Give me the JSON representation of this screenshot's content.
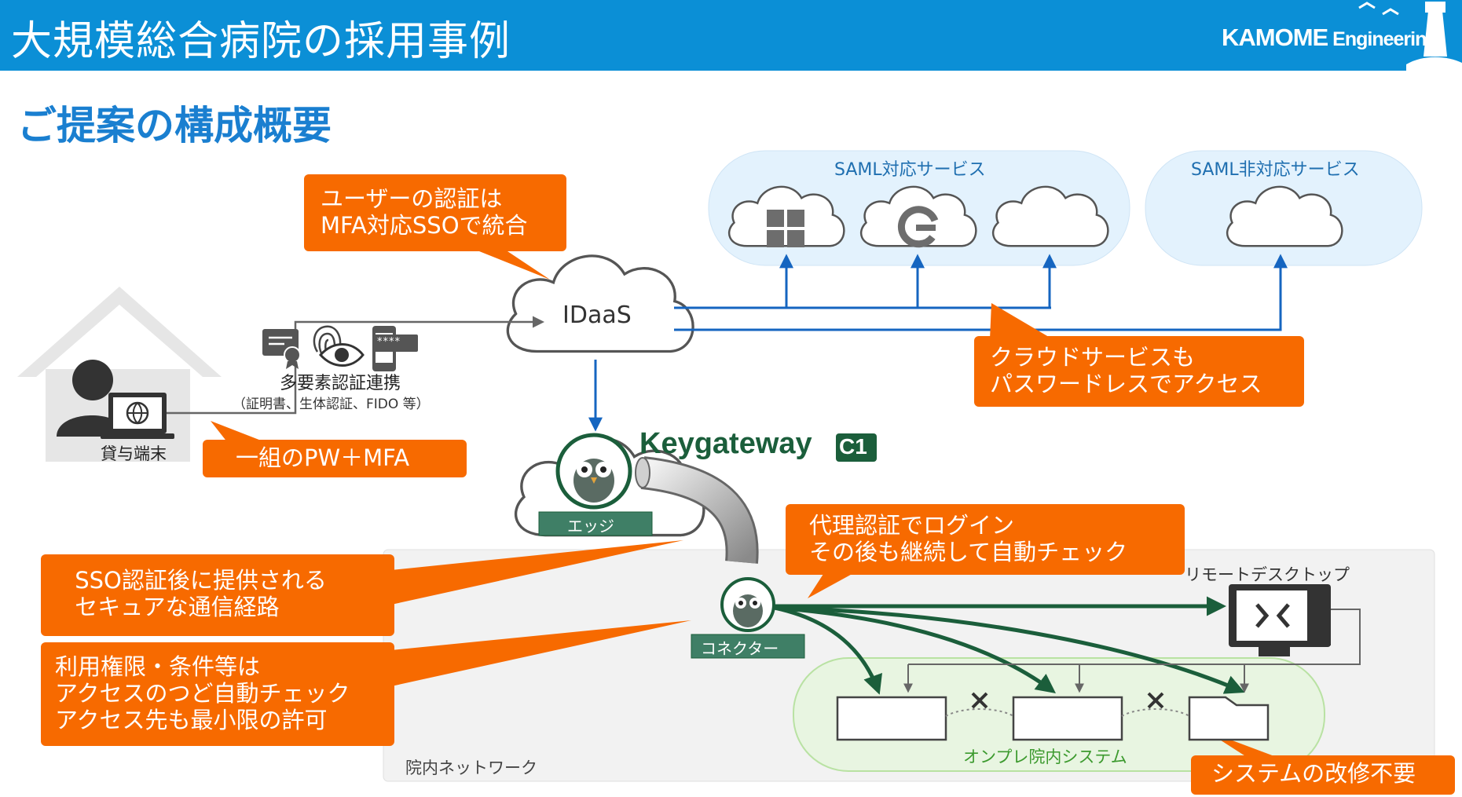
{
  "page": {
    "title": "大規模総合病院の採用事例",
    "subtitle": "ご提案の構成概要"
  },
  "logo": {
    "main": "KAMOME",
    "sub": " Engineering"
  },
  "clouds": {
    "saml_group": "SAML対応サービス",
    "nonsaml_group": "SAML非対応サービス",
    "idaas": "IDaaS"
  },
  "labels": {
    "terminal": "貸与端末",
    "mfa": "多要素認証連携",
    "mfa_sub": "（証明書、生体認証、FIDO 等）",
    "pin": "****",
    "keygateway": "Keygateway",
    "keygateway_badge": "C1",
    "edge": "エッジ",
    "connector": "コネクター",
    "remote_desktop": "リモートデスクトップ",
    "onprem": "オンプレ院内システム",
    "network": "院内ネットワーク"
  },
  "callouts": {
    "sso": "ユーザーの認証は\nMFA対応SSOで統合",
    "passwordless": "クラウドサービスも\nパスワードレスでアクセス",
    "pw": "一組のPW＋MFA",
    "proxy": "代理認証でログイン\nその後も継続して自動チェック",
    "secure": " SSO認証後に提供される\n セキュアな通信経路",
    "access": "利用権限・条件等は\nアクセスのつど自動チェック\nアクセス先も最小限の許可",
    "no_change": "システムの改修不要"
  },
  "colors": {
    "header": "#0b8fd6",
    "orange": "#f76a00",
    "line_blue": "#1565c0",
    "green_dark": "#1b5e3b",
    "cloud_fill": "#e3f2fd",
    "onprem_fill": "#e8f5e1"
  },
  "icons": [
    "house-icon",
    "user-icon",
    "laptop-globe-icon",
    "certificate-icon",
    "fingerprint-icon",
    "eye-icon",
    "phone-pin-icon",
    "windows-icon",
    "google-icon",
    "owl-icon",
    "pipe-icon",
    "remote-desktop-icon",
    "lighthouse-icon"
  ]
}
